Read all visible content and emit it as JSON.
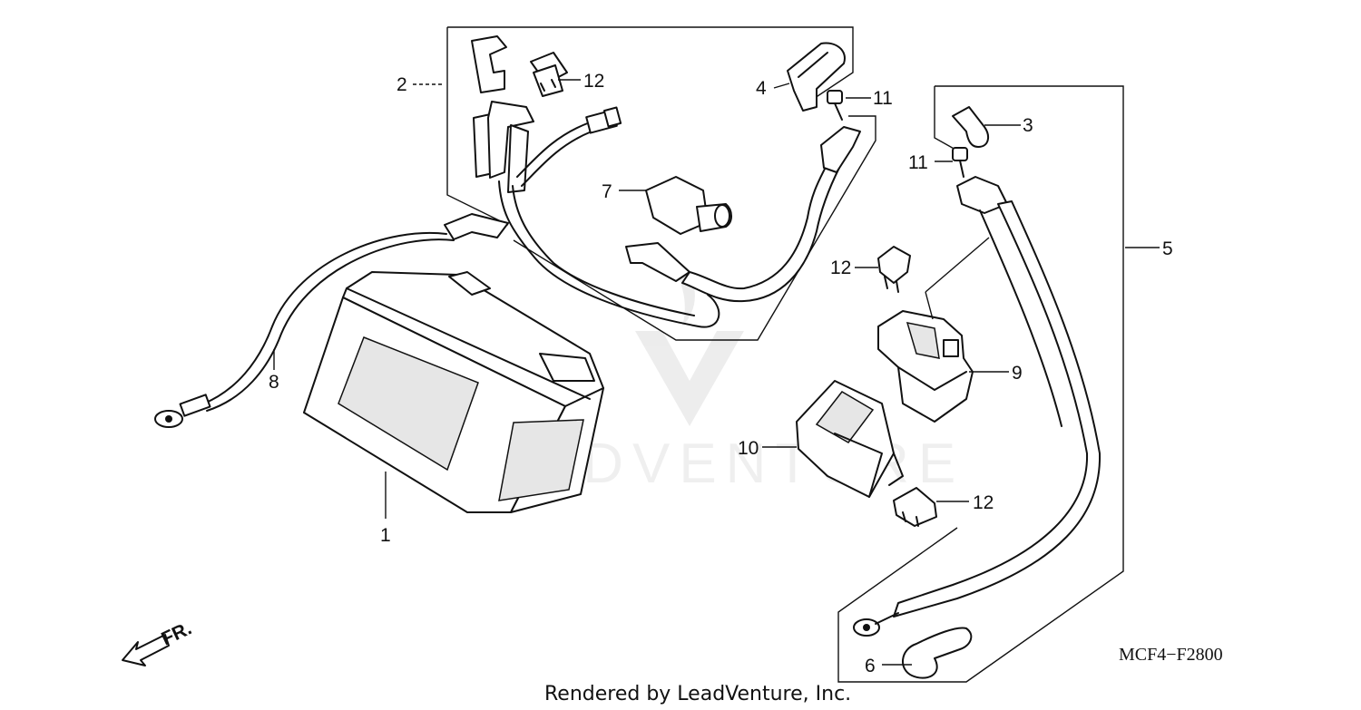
{
  "diagram": {
    "callouts": [
      {
        "id": "1",
        "label": "1"
      },
      {
        "id": "2",
        "label": "2"
      },
      {
        "id": "3",
        "label": "3"
      },
      {
        "id": "4",
        "label": "4"
      },
      {
        "id": "5",
        "label": "5"
      },
      {
        "id": "6",
        "label": "6"
      },
      {
        "id": "7",
        "label": "7"
      },
      {
        "id": "8",
        "label": "8"
      },
      {
        "id": "9",
        "label": "9"
      },
      {
        "id": "10",
        "label": "10"
      },
      {
        "id": "11a",
        "label": "11"
      },
      {
        "id": "11b",
        "label": "11"
      },
      {
        "id": "12a",
        "label": "12"
      },
      {
        "id": "12b",
        "label": "12"
      },
      {
        "id": "12c",
        "label": "12"
      }
    ],
    "direction_label": "FR.",
    "diagram_code": "MCF4−F2800",
    "watermark": "LEADVENTURE",
    "credit": "Rendered by LeadVenture, Inc."
  }
}
